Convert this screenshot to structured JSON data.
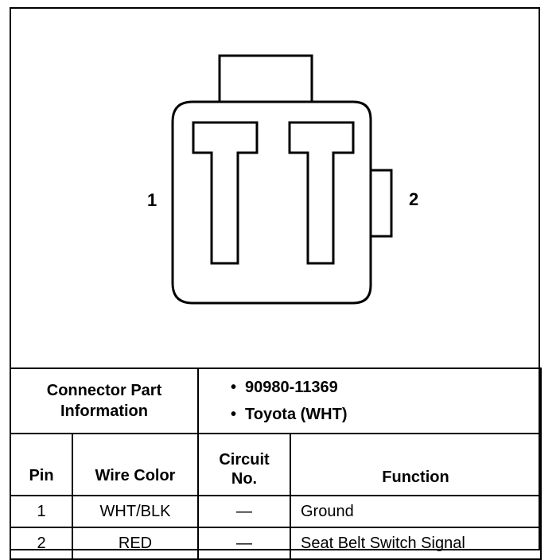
{
  "diagram": {
    "pin_labels": [
      "1",
      "2"
    ]
  },
  "connector_info": {
    "label": "Connector Part Information",
    "items": [
      "90980-11369",
      "Toyota (WHT)"
    ],
    "bullet": "•"
  },
  "pin_table": {
    "headers": {
      "pin": "Pin",
      "wire_color": "Wire Color",
      "circuit": [
        "Circuit",
        "No."
      ],
      "function": "Function"
    },
    "rows": [
      {
        "pin": "1",
        "wire_color": "WHT/BLK",
        "circuit": "—",
        "function": "Ground"
      },
      {
        "pin": "2",
        "wire_color": "RED",
        "circuit": "—",
        "function": "Seat Belt Switch Signal"
      }
    ]
  }
}
